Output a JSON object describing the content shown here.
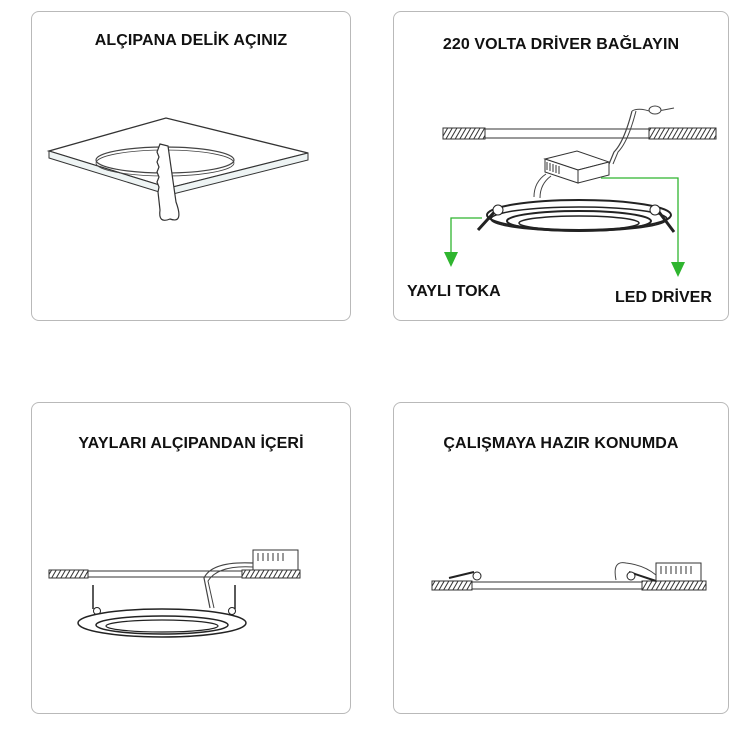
{
  "panels": [
    {
      "id": 1,
      "title": "ALÇIPANA DELİK AÇINIZ",
      "illustration": "drywall-square-with-saw-cutting-circular-hole"
    },
    {
      "id": 2,
      "title": "220 VOLTA DRİVER BAĞLAYIN",
      "illustration": "panel-light-with-driver-box-under-ceiling",
      "callouts": [
        {
          "label": "YAYLI TOKA",
          "pointer": "spring-clip"
        },
        {
          "label": "LED DRİVER",
          "pointer": "driver-box"
        }
      ]
    },
    {
      "id": 3,
      "title": "YAYLARI ALÇIPANDAN İÇERİ",
      "illustration": "panel-light-springs-up-below-ceiling"
    },
    {
      "id": 4,
      "title": "ÇALIŞMAYA HAZIR KONUMDA",
      "illustration": "panel-light-installed-flush-in-ceiling"
    }
  ],
  "colors": {
    "arrow": "#2fb52f",
    "border": "#b9b9b9",
    "line": "#222222"
  }
}
